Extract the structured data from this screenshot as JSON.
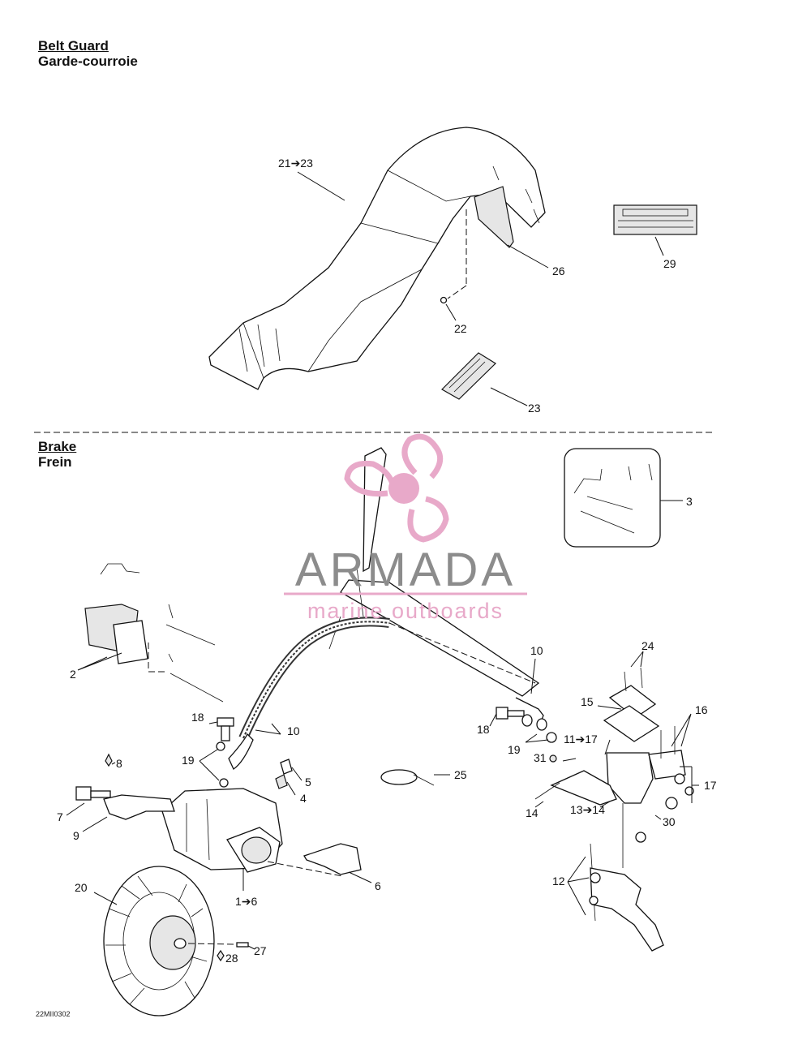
{
  "sections": {
    "belt_guard": {
      "title": "Belt Guard",
      "subtitle": "Garde-courroie"
    },
    "brake": {
      "title": "Brake",
      "subtitle": "Frein"
    }
  },
  "watermark": {
    "brand": "ARMADA",
    "tagline": "marine outboards",
    "color": "#e8a9c9",
    "text_color": "#8c8c8c"
  },
  "diagram_code": "22MII0302",
  "callouts": {
    "c21_23": "21➔23",
    "c26": "26",
    "c29": "29",
    "c22": "22",
    "c23": "23",
    "c3": "3",
    "c2": "2",
    "c10a": "10",
    "c10b": "10",
    "c24": "24",
    "c15": "15",
    "c16": "16",
    "c18a": "18",
    "c18b": "18",
    "c19a": "19",
    "c19b": "19",
    "c11_17": "11➔17",
    "c31": "31",
    "c8": "8",
    "c5": "5",
    "c4": "4",
    "c25": "25",
    "c17": "17",
    "c7": "7",
    "c9": "9",
    "c14": "14",
    "c13_14": "13➔14",
    "c30": "30",
    "c6": "6",
    "c12": "12",
    "c20": "20",
    "c1_6": "1➔6",
    "c27": "27",
    "c28": "28"
  }
}
